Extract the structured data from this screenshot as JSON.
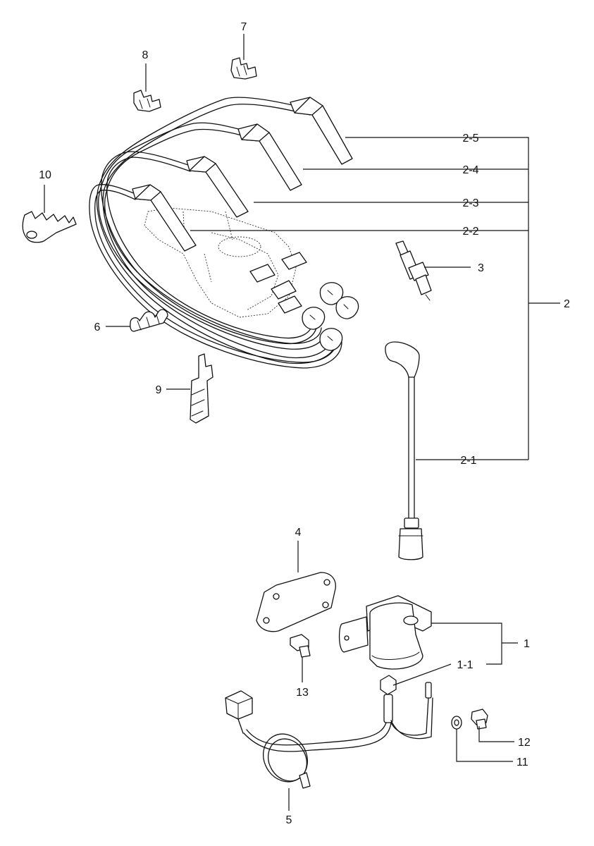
{
  "diagram": {
    "labels": {
      "l1": "1",
      "l1_1": "1-1",
      "l2": "2",
      "l2_1": "2-1",
      "l2_2": "2-2",
      "l2_3": "2-3",
      "l2_4": "2-4",
      "l2_5": "2-5",
      "l3": "3",
      "l4": "4",
      "l5": "5",
      "l6": "6",
      "l7": "7",
      "l8": "8",
      "l9": "9",
      "l10": "10",
      "l11": "11",
      "l12": "12",
      "l13": "13"
    }
  }
}
